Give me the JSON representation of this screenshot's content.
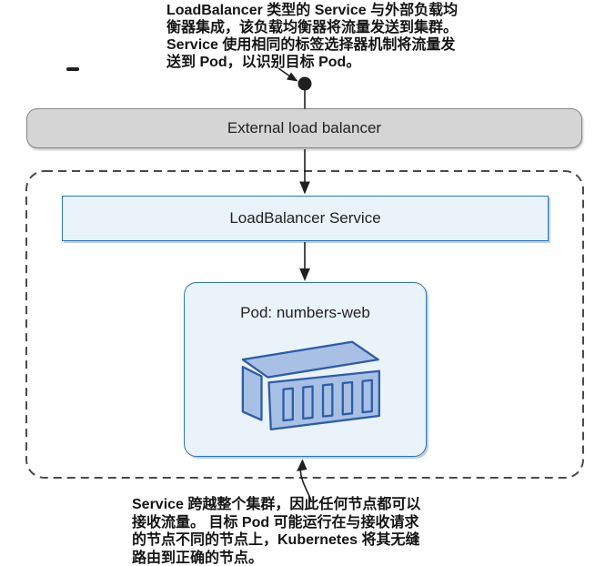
{
  "diagram": {
    "top_note": {
      "lines": [
        "LoadBalancer 类型的 Service 与外部负载均",
        "衡器集成，该负载均衡器将流量发送到集群。",
        "Service 使用相同的标签选择器机制将流量发",
        "送到 Pod，以识别目标 Pod。"
      ]
    },
    "external_lb": {
      "label": "External load balancer"
    },
    "lb_service": {
      "label": "LoadBalancer Service"
    },
    "pod": {
      "label": "Pod: numbers-web"
    },
    "bottom_note": {
      "lines": [
        "Service 跨越整个集群，因此任何节点都可以",
        "接收流量。 目标 Pod 可能运行在与接收请求",
        "的节点不同的节点上，Kubernetes 将其无缝",
        "路由到正确的节点。"
      ]
    },
    "colors": {
      "bar_fill": "#d5d5d5",
      "bar_border": "#848484",
      "box_fill": "#eaf2fa",
      "box_border": "#2e75b6",
      "icon_fill": "#a8c0e4",
      "icon_border": "#2d5ca8",
      "line": "#1f1f1f",
      "dashed_border": "#4a4a4a"
    }
  }
}
